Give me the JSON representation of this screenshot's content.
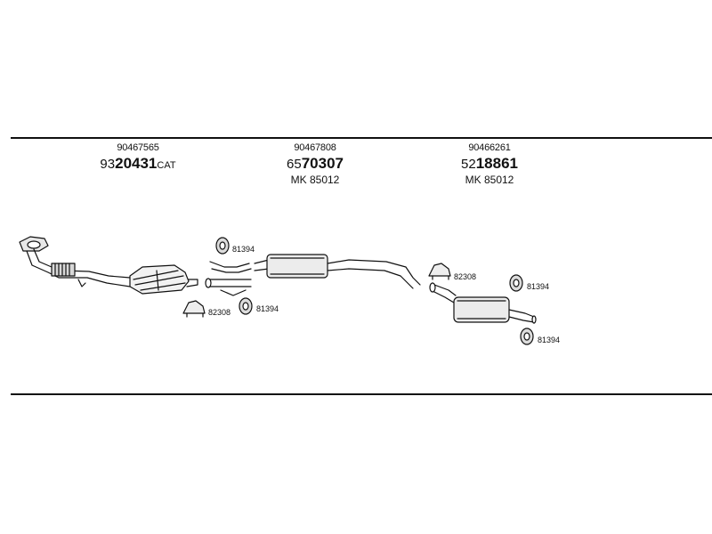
{
  "groups": [
    {
      "oe": "90467565",
      "prefix": "93",
      "main": "20431",
      "suffix": "CAT",
      "mk": ""
    },
    {
      "oe": "90467808",
      "prefix": "65",
      "main": "70307",
      "suffix": "",
      "mk": "MK 85012"
    },
    {
      "oe": "90466261",
      "prefix": "52",
      "main": "18861",
      "suffix": "",
      "mk": "MK 85012"
    }
  ],
  "labels": {
    "hanger_a": "81394",
    "clamp_a": "82308",
    "hanger_b": "81394",
    "clamp_b": "82308",
    "hanger_c": "81394",
    "hanger_d": "81394"
  }
}
